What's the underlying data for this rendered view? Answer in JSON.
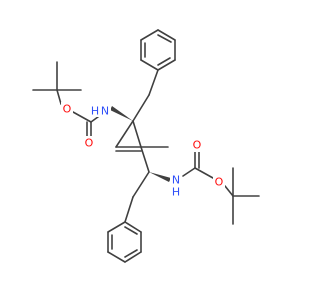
{
  "molecule": {
    "atoms": {
      "n_upper": "N",
      "h_upper": "H",
      "n_lower": "N",
      "h_lower": "H",
      "o_carbonyl_upper": "O",
      "o_ester_upper": "O",
      "o_carbonyl_lower": "O",
      "o_ester_lower": "O"
    }
  },
  "colors": {
    "bond": "#404040",
    "nitrogen": "#3050F8",
    "oxygen": "#FF0D0D",
    "background": "#ffffff"
  }
}
